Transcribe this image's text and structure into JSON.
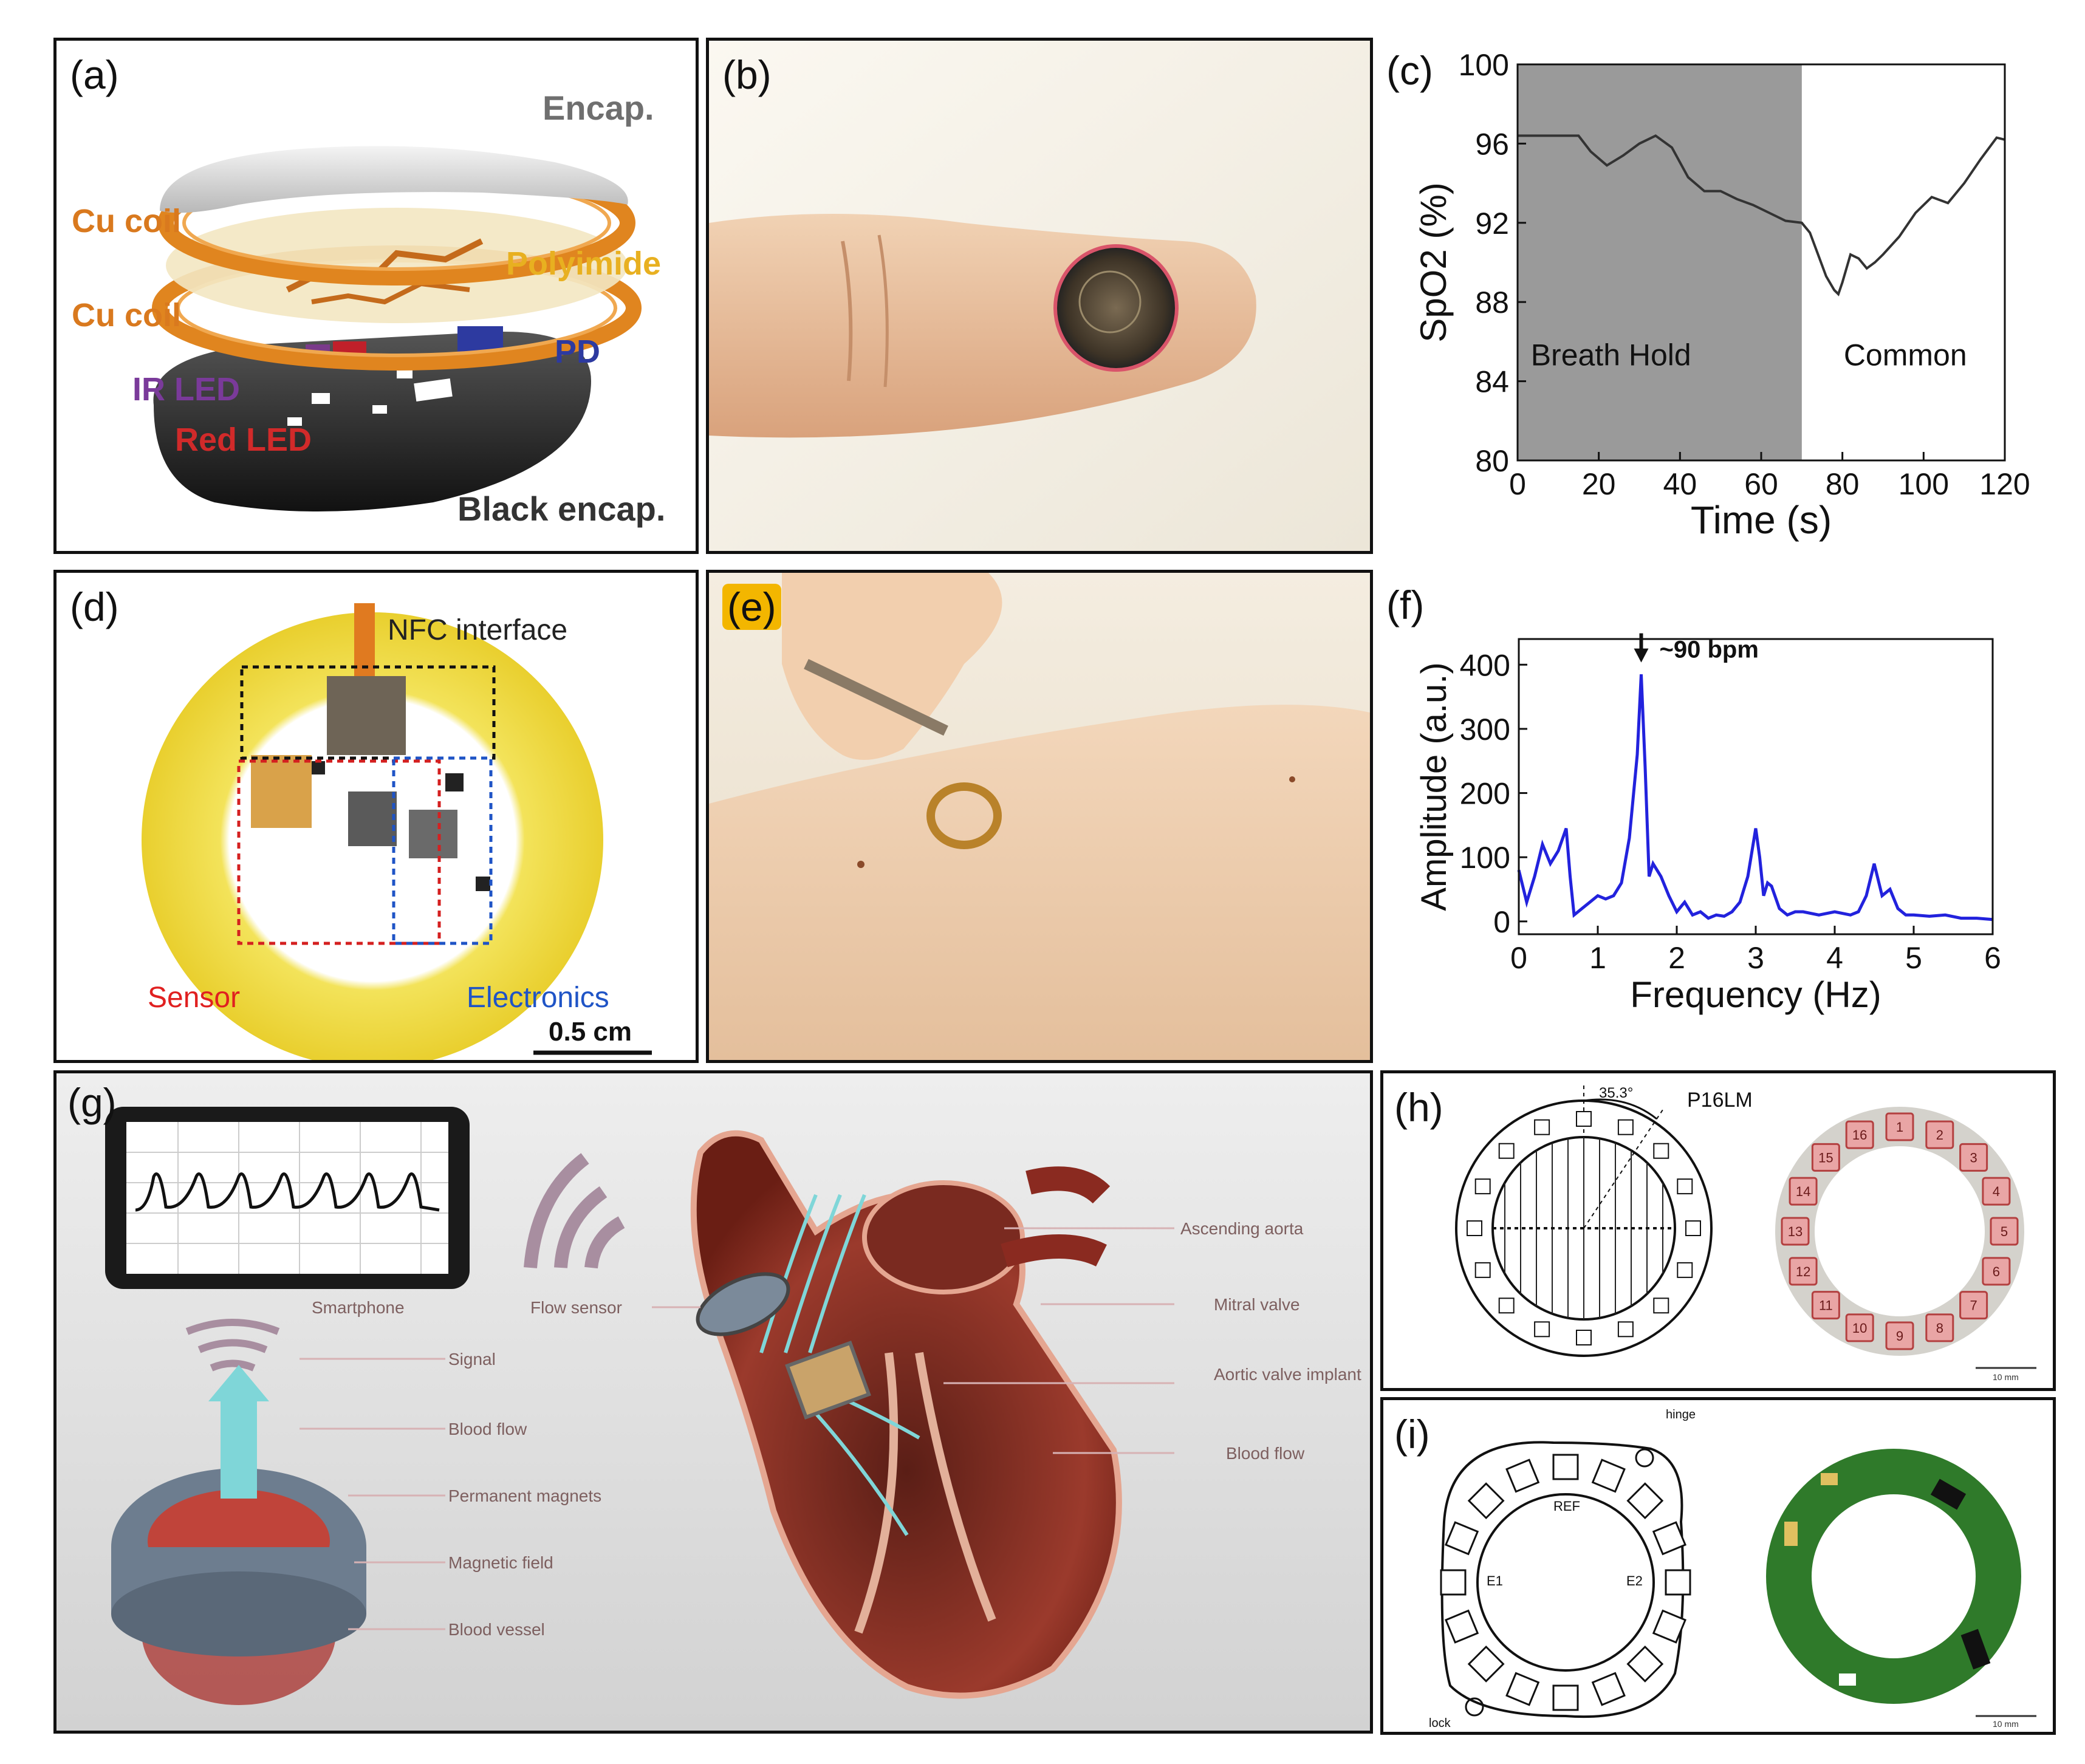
{
  "figure": {
    "panels": {
      "a": {
        "label": "(a)",
        "layers": {
          "encap": "Encap.",
          "cu_coil_1": "Cu coil",
          "polyimide": "Polyimide",
          "cu_coil_2": "Cu coil",
          "pd": "PD",
          "ir_led": "IR LED",
          "red_led": "Red LED",
          "black_encap": "Black encap."
        }
      },
      "b": {
        "label": "(b)"
      },
      "c": {
        "label": "(c)"
      },
      "d": {
        "label": "(d)",
        "nfc": "NFC interface",
        "sensor": "Sensor",
        "electronics": "Electronics",
        "scale": "0.5 cm"
      },
      "e": {
        "label": "(e)"
      },
      "f": {
        "label": "(f)"
      },
      "g": {
        "label": "(g)",
        "smartphone": "Smartphone",
        "flow_sensor": "Flow sensor",
        "left_labels": [
          "Signal",
          "Blood flow",
          "Permanent magnets",
          "Magnetic field",
          "Blood vessel"
        ],
        "right_labels": [
          "Ascending aorta",
          "Mitral valve",
          "Aortic valve implant",
          "Blood flow"
        ]
      },
      "h": {
        "label": "(h)",
        "model": "P16LM",
        "angle": "35.3°",
        "electrodes": [
          "1",
          "2",
          "3",
          "4",
          "5",
          "6",
          "7",
          "8",
          "9",
          "10",
          "11",
          "12",
          "13",
          "14",
          "15",
          "16"
        ],
        "scale": "10 mm"
      },
      "i": {
        "label": "(i)",
        "hinge": "hinge",
        "lock": "lock",
        "ref": "REF",
        "e1": "E1",
        "e2": "E2",
        "scale": "10 mm"
      }
    }
  },
  "chart_data": [
    {
      "panel": "c",
      "type": "line",
      "xlabel": "Time (s)",
      "ylabel": "SpO2 (%)",
      "xlim": [
        0,
        120
      ],
      "ylim": [
        80,
        100
      ],
      "xticks": [
        0,
        20,
        40,
        60,
        80,
        100,
        120
      ],
      "yticks": [
        80,
        84,
        88,
        92,
        96,
        100
      ],
      "shaded_region": {
        "x": [
          0,
          70
        ],
        "color": "#9a9a9a"
      },
      "annotations": [
        "Breath Hold",
        "Common"
      ],
      "series": [
        {
          "color": "#333333",
          "x": [
            0,
            5,
            10,
            15,
            18,
            22,
            26,
            30,
            34,
            38,
            42,
            46,
            50,
            54,
            58,
            62,
            66,
            70,
            72,
            74,
            76,
            78,
            79,
            80,
            82,
            84,
            86,
            88,
            90,
            94,
            98,
            102,
            106,
            110,
            114,
            118,
            120
          ],
          "y": [
            96.4,
            96.4,
            96.4,
            96.4,
            95.6,
            94.9,
            95.4,
            96.0,
            96.4,
            95.8,
            94.3,
            93.6,
            93.6,
            93.2,
            92.9,
            92.5,
            92.1,
            92.0,
            91.5,
            90.4,
            89.3,
            88.6,
            88.4,
            89.0,
            90.4,
            90.2,
            89.7,
            90.0,
            90.4,
            91.3,
            92.5,
            93.3,
            93.0,
            94.0,
            95.2,
            96.3,
            96.2
          ]
        }
      ]
    },
    {
      "panel": "f",
      "type": "line",
      "xlabel": "Frequency (Hz)",
      "ylabel": "Amplitude (a.u.)",
      "xlim": [
        0,
        6
      ],
      "ylim": [
        -20,
        440
      ],
      "xticks": [
        0,
        1,
        2,
        3,
        4,
        5,
        6
      ],
      "yticks": [
        0,
        100,
        200,
        300,
        400
      ],
      "annotations": [
        "~90 bpm"
      ],
      "series": [
        {
          "color": "#2222dd",
          "x": [
            0.0,
            0.1,
            0.2,
            0.3,
            0.4,
            0.5,
            0.6,
            0.65,
            0.7,
            0.8,
            0.9,
            1.0,
            1.1,
            1.2,
            1.3,
            1.4,
            1.5,
            1.55,
            1.6,
            1.65,
            1.7,
            1.8,
            1.9,
            2.0,
            2.1,
            2.2,
            2.3,
            2.4,
            2.5,
            2.6,
            2.7,
            2.8,
            2.9,
            3.0,
            3.05,
            3.1,
            3.15,
            3.2,
            3.3,
            3.4,
            3.5,
            3.6,
            3.8,
            4.0,
            4.2,
            4.3,
            4.4,
            4.5,
            4.6,
            4.7,
            4.8,
            4.9,
            5.0,
            5.2,
            5.4,
            5.6,
            5.8,
            6.0
          ],
          "y": [
            80,
            30,
            70,
            120,
            90,
            110,
            145,
            70,
            10,
            20,
            30,
            40,
            35,
            40,
            60,
            130,
            260,
            385,
            240,
            70,
            90,
            70,
            40,
            15,
            30,
            10,
            15,
            5,
            10,
            8,
            15,
            30,
            70,
            145,
            100,
            40,
            60,
            55,
            20,
            10,
            15,
            15,
            10,
            15,
            10,
            15,
            40,
            90,
            40,
            50,
            20,
            10,
            10,
            8,
            10,
            5,
            5,
            3
          ]
        }
      ]
    }
  ]
}
